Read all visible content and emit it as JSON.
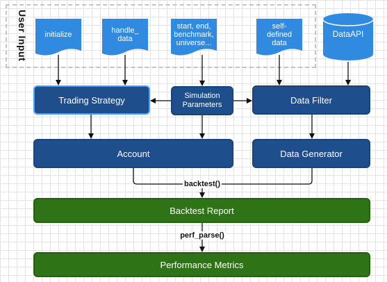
{
  "group": {
    "label": "User Input"
  },
  "inputs": [
    {
      "id": "initialize",
      "label": "initialize"
    },
    {
      "id": "handle-data",
      "label": "handle_\ndata"
    },
    {
      "id": "sim-args",
      "label": "start, end,\nbenchmark,\nuniverse..."
    },
    {
      "id": "self-defined-data",
      "label": "self-\ndefined\ndata"
    }
  ],
  "datasource": {
    "label": "DataAPI"
  },
  "nodes": {
    "trading_strategy": "Trading Strategy",
    "simulation_parameters": "Simulation\nParameters",
    "data_filter": "Data Filter",
    "account": "Account",
    "data_generator": "Data Generator",
    "backtest_report": "Backtest Report",
    "performance_metrics": "Performance Metrics"
  },
  "edge_labels": {
    "backtest": "backtest()",
    "perf_parse": "perf_parse()"
  },
  "colors": {
    "doc_fill": "#2f8ae0",
    "process_fill": "#1f4e8c",
    "selected_border": "#4aa0ff",
    "output_fill": "#2e7416"
  }
}
